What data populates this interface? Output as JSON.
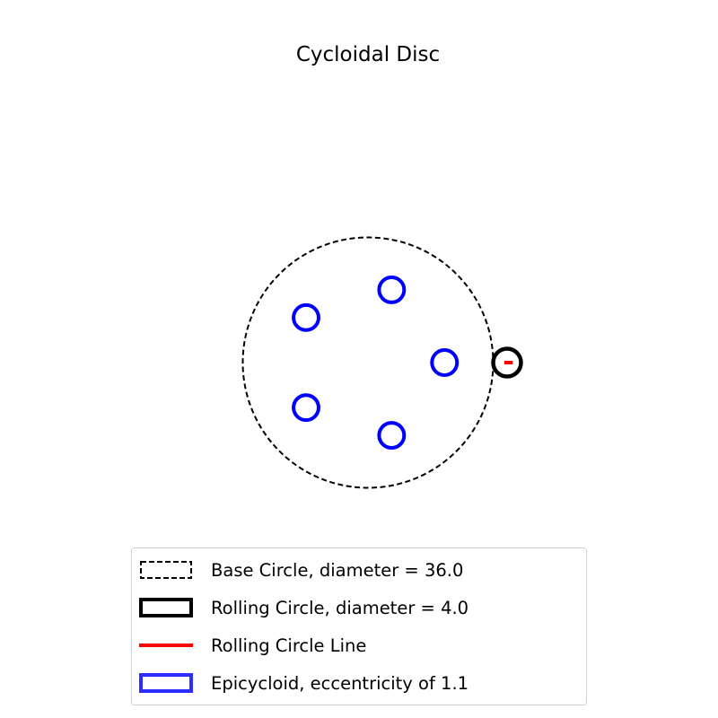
{
  "chart_data": {
    "type": "line",
    "title": "Cycloidal Disc",
    "xlabel": "",
    "ylabel": "",
    "axes_visible": false,
    "grid": false,
    "aspect": "equal",
    "xlim": [
      -40,
      40
    ],
    "ylim": [
      -40,
      40
    ],
    "base_circle": {
      "center": [
        0,
        0
      ],
      "diameter": 36.0,
      "color": "#000000",
      "linestyle": "dashed"
    },
    "rolling_circle": {
      "center": [
        20,
        0
      ],
      "diameter": 4.0,
      "color": "#000000"
    },
    "rolling_circle_line": {
      "x": [
        19.6,
        20.8
      ],
      "y": [
        0,
        0
      ],
      "color": "#ff0000"
    },
    "epicycloid": {
      "color": "#0000ff",
      "eccentricity": 1.1,
      "lobe_diameter": 3.6,
      "lobe_centers": [
        [
          11,
          0
        ],
        [
          3.4,
          10.46
        ],
        [
          -8.9,
          6.47
        ],
        [
          -8.9,
          -6.47
        ],
        [
          3.4,
          -10.46
        ]
      ]
    },
    "legend": {
      "placement": "bottom-center",
      "entries": [
        {
          "label": "Base Circle, diameter = 36.0",
          "style": "dashed-box",
          "color": "#000000"
        },
        {
          "label": "Rolling Circle, diameter = 4.0",
          "style": "solid-box",
          "color": "#000000"
        },
        {
          "label": "Rolling Circle Line",
          "style": "line",
          "color": "#ff0000"
        },
        {
          "label": "Epicycloid, eccentricity of 1.1",
          "style": "solid-box",
          "color": "#0000ff"
        }
      ]
    }
  }
}
